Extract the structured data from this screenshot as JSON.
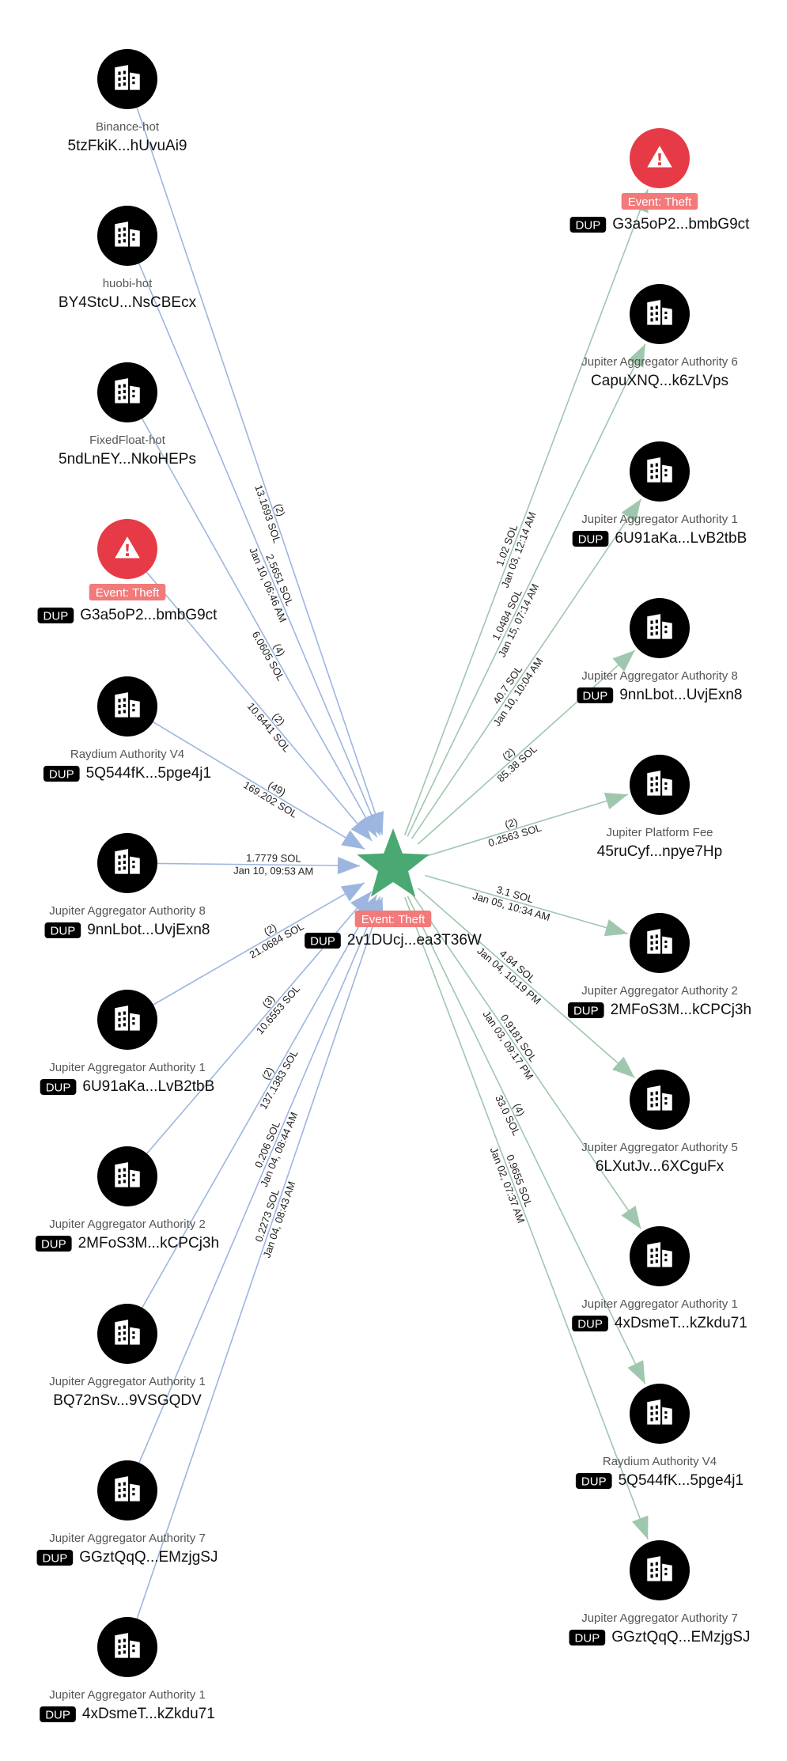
{
  "center": {
    "address": "2v1DUcj...ea3T36W",
    "tag": "Event: Theft",
    "dup": "DUP"
  },
  "colors": {
    "in": "#9db6df",
    "out": "#9fc7ad",
    "star": "#4aa872",
    "alert": "#e63b46",
    "tag": "#f27a7a",
    "node": "#000000",
    "badge": "#000000"
  },
  "nodes": [
    {
      "id": "n1",
      "icon": "building-icon",
      "name": "Binance-hot",
      "address": "5tzFkiK...hUvuAi9"
    },
    {
      "id": "n2",
      "icon": "building-icon",
      "name": "huobi-hot",
      "address": "BY4StcU...NsCBEcx"
    },
    {
      "id": "n3",
      "icon": "building-icon",
      "name": "FixedFloat-hot",
      "address": "5ndLnEY...NkoHEPs"
    },
    {
      "id": "n4",
      "icon": "alert-icon",
      "tag": "Event: Theft",
      "dup": "DUP",
      "address": "G3a5oP2...bmbG9ct"
    },
    {
      "id": "n5",
      "icon": "building-icon",
      "name": "Raydium Authority V4",
      "dup": "DUP",
      "address": "5Q544fK...5pge4j1"
    },
    {
      "id": "n6",
      "icon": "building-icon",
      "name": "Jupiter Aggregator Authority 8",
      "dup": "DUP",
      "address": "9nnLbot...UvjExn8"
    },
    {
      "id": "n7",
      "icon": "building-icon",
      "name": "Jupiter Aggregator Authority 1",
      "dup": "DUP",
      "address": "6U91aKa...LvB2tbB"
    },
    {
      "id": "n8",
      "icon": "building-icon",
      "name": "Jupiter Aggregator Authority 2",
      "dup": "DUP",
      "address": "2MFoS3M...kCPCj3h"
    },
    {
      "id": "n9",
      "icon": "building-icon",
      "name": "Jupiter Aggregator Authority 1",
      "address": "BQ72nSv...9VSGQDV"
    },
    {
      "id": "n10",
      "icon": "building-icon",
      "name": "Jupiter Aggregator Authority 7",
      "dup": "DUP",
      "address": "GGztQqQ...EMzjgSJ"
    },
    {
      "id": "n11",
      "icon": "building-icon",
      "name": "Jupiter Aggregator Authority 1",
      "dup": "DUP",
      "address": "4xDsmeT...kZkdu71"
    },
    {
      "id": "n12",
      "icon": "alert-icon",
      "tag": "Event: Theft",
      "dup": "DUP",
      "address": "G3a5oP2...bmbG9ct"
    },
    {
      "id": "n13",
      "icon": "building-icon",
      "name": "Jupiter Aggregator Authority 6",
      "address": "CapuXNQ...k6zLVps"
    },
    {
      "id": "n14",
      "icon": "building-icon",
      "name": "Jupiter Aggregator Authority 1",
      "dup": "DUP",
      "address": "6U91aKa...LvB2tbB"
    },
    {
      "id": "n15",
      "icon": "building-icon",
      "name": "Jupiter Aggregator Authority 8",
      "dup": "DUP",
      "address": "9nnLbot...UvjExn8"
    },
    {
      "id": "n16",
      "icon": "building-icon",
      "name": "Jupiter Platform Fee",
      "address": "45ruCyf...npye7Hp"
    },
    {
      "id": "n17",
      "icon": "building-icon",
      "name": "Jupiter Aggregator Authority 2",
      "dup": "DUP",
      "address": "2MFoS3M...kCPCj3h"
    },
    {
      "id": "n18",
      "icon": "building-icon",
      "name": "Jupiter Aggregator Authority 5",
      "address": "6LXutJv...6XCguFx"
    },
    {
      "id": "n19",
      "icon": "building-icon",
      "name": "Jupiter Aggregator Authority 1",
      "dup": "DUP",
      "address": "4xDsmeT...kZkdu71"
    },
    {
      "id": "n20",
      "icon": "building-icon",
      "name": "Raydium Authority V4",
      "dup": "DUP",
      "address": "5Q544fK...5pge4j1"
    },
    {
      "id": "n21",
      "icon": "building-icon",
      "name": "Jupiter Aggregator Authority 7",
      "dup": "DUP",
      "address": "GGztQqQ...EMzjgSJ"
    }
  ],
  "edges": [
    {
      "from": "n1",
      "dir": "in",
      "labels": [
        "(2)",
        "13.1693 SOL"
      ]
    },
    {
      "from": "n2",
      "dir": "in",
      "labels": [
        "2.5651 SOL",
        "Jan 10, 06:46 AM"
      ]
    },
    {
      "from": "n3",
      "dir": "in",
      "labels": [
        "(4)",
        "6.0605 SOL"
      ]
    },
    {
      "from": "n4",
      "dir": "in",
      "labels": [
        "(2)",
        "10.6441 SOL"
      ]
    },
    {
      "from": "n5",
      "dir": "in",
      "labels": [
        "(49)",
        "169.202 SOL"
      ]
    },
    {
      "from": "n6",
      "dir": "in",
      "labels": [
        "1.7779 SOL",
        "Jan 10, 09:53 AM"
      ]
    },
    {
      "from": "n7",
      "dir": "in",
      "labels": [
        "(2)",
        "21.0684 SOL"
      ]
    },
    {
      "from": "n8",
      "dir": "in",
      "labels": [
        "(3)",
        "10.6553 SOL"
      ]
    },
    {
      "from": "n9",
      "dir": "in",
      "labels": [
        "(2)",
        "137.1383 SOL"
      ]
    },
    {
      "from": "n10",
      "dir": "in",
      "labels": [
        "0.206 SOL",
        "Jan 04, 08:44 AM"
      ]
    },
    {
      "from": "n11",
      "dir": "in",
      "labels": [
        "0.2273 SOL",
        "Jan 04, 08:43 AM"
      ]
    },
    {
      "to": "n12",
      "dir": "out",
      "labels": [
        "1.02 SOL",
        "Jan 03, 12:14 AM"
      ]
    },
    {
      "to": "n13",
      "dir": "out",
      "labels": [
        "1.0484 SOL",
        "Jan 15, 07:14 AM"
      ]
    },
    {
      "to": "n14",
      "dir": "out",
      "labels": [
        "40.7 SOL",
        "Jan 10, 10:04 AM"
      ]
    },
    {
      "to": "n15",
      "dir": "out",
      "labels": [
        "(2)",
        "85.38 SOL"
      ]
    },
    {
      "to": "n16",
      "dir": "out",
      "labels": [
        "(2)",
        "0.2563 SOL"
      ]
    },
    {
      "to": "n17",
      "dir": "out",
      "labels": [
        "3.1 SOL",
        "Jan 05, 10:34 AM"
      ]
    },
    {
      "to": "n18",
      "dir": "out",
      "labels": [
        "4.84 SOL",
        "Jan 04, 10:19 PM"
      ]
    },
    {
      "to": "n19",
      "dir": "out",
      "labels": [
        "0.9181 SOL",
        "Jan 03, 09:17 PM"
      ]
    },
    {
      "to": "n20",
      "dir": "out",
      "labels": [
        "(4)",
        "33.0 SOL"
      ]
    },
    {
      "to": "n21",
      "dir": "out",
      "labels": [
        "0.9655 SOL",
        "Jan 02, 07:37 AM"
      ]
    }
  ]
}
